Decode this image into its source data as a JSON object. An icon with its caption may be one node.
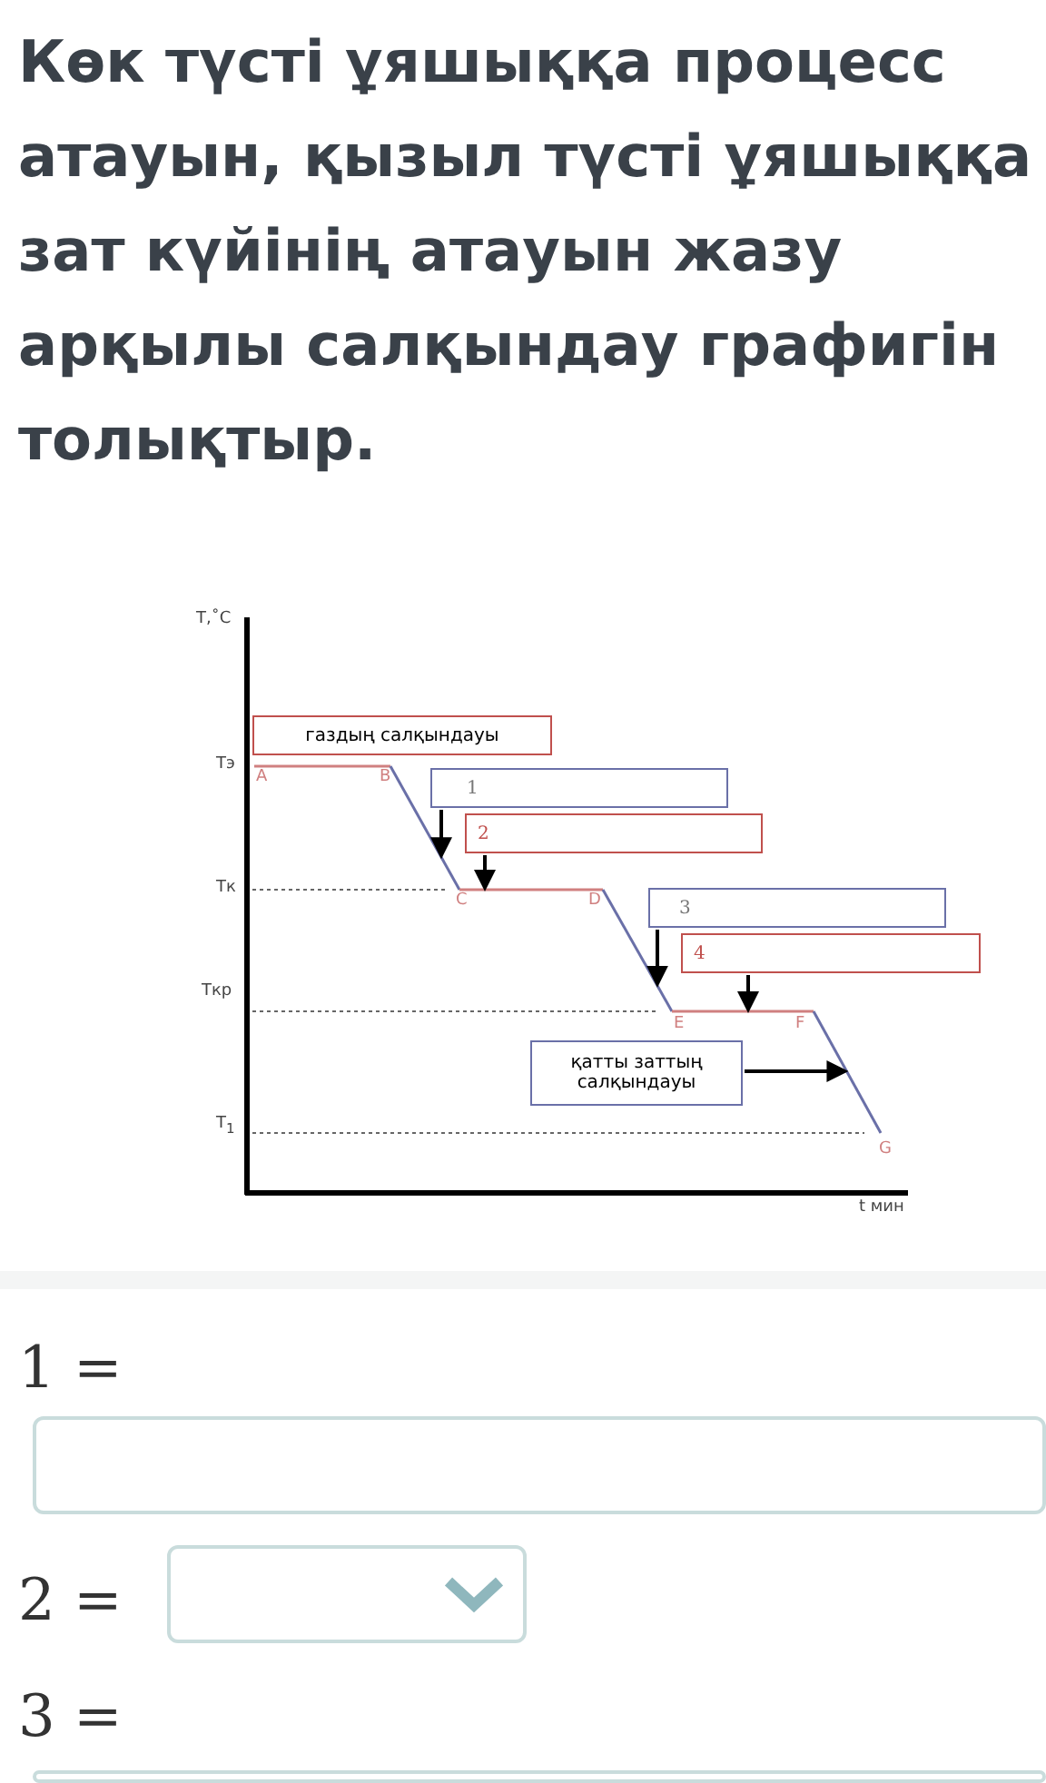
{
  "diagram": {
    "title": "Көк түсті ұяшыққа процесс атауын, қызыл түсті ұяшыққа зат күйінің атауын жазу арқылы салқындау графигін толықтыр.",
    "nodes": [
      {
        "text": [
          "газдың салқындауы"
        ]
      },
      {
        "text": [
          "1"
        ]
      },
      {
        "text": [
          "2"
        ]
      },
      {
        "text": [
          "3"
        ]
      },
      {
        "text": [
          "4"
        ]
      },
      {
        "text": [
          "қатты заттың салқындауы"
        ]
      },
      {
        "text": [],
        "shape": "line"
      },
      {
        "text": [],
        "shape": "line"
      },
      {
        "text": [],
        "shape": "line"
      },
      {
        "text": [],
        "shape": "line"
      },
      {
        "text": [],
        "shape": "line"
      },
      {
        "text": [],
        "shape": "line"
      }
    ],
    "edges": [
      {
        "from": 1,
        "to": 7,
        "arrow": "to"
      },
      {
        "from": 2,
        "to": 8,
        "arrow": "to"
      },
      {
        "from": 3,
        "to": 9,
        "arrow": "to"
      },
      {
        "from": 4,
        "to": 10,
        "arrow": "to"
      },
      {
        "from": 5,
        "to": 11,
        "arrow": "to"
      }
    ],
    "labels": [
      "T,˚C",
      "Тэ",
      "A",
      "B",
      "Тк",
      "C",
      "D",
      "Ткр",
      "E",
      "F",
      "T$_{1}$",
      "G",
      "t мин",
      "1 =",
      "2 =",
      "3 ="
    ]
  }
}
